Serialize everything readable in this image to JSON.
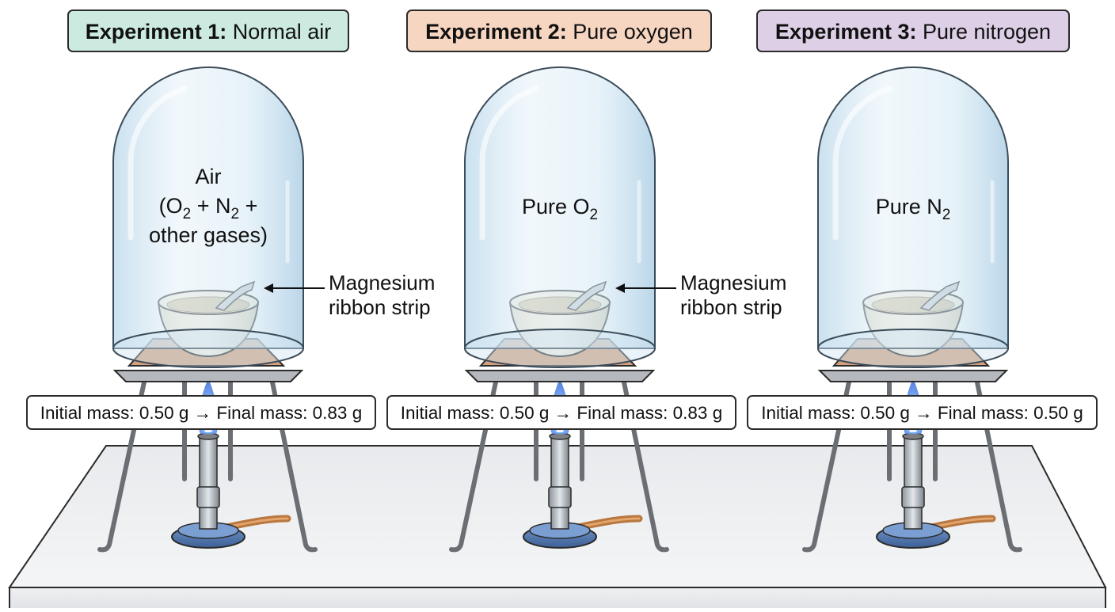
{
  "experiments": [
    {
      "title_bold": "Experiment 1:",
      "title_rest": " Normal air",
      "header_color": "#cdeae1",
      "gas_lines": [
        [
          {
            "t": "Air"
          }
        ],
        [
          {
            "t": "(O"
          },
          {
            "t": "2",
            "sub": true
          },
          {
            "t": " + N"
          },
          {
            "t": "2",
            "sub": true
          },
          {
            "t": " +"
          }
        ],
        [
          {
            "t": "other gases)"
          }
        ]
      ],
      "callout_lines": [
        "Magnesium",
        "ribbon strip"
      ],
      "mass_label": "Initial mass: 0.50 g → Final mass: 0.83 g",
      "initial_mass_g": 0.5,
      "final_mass_g": 0.83
    },
    {
      "title_bold": "Experiment 2:",
      "title_rest": " Pure oxygen",
      "header_color": "#f6d5c1",
      "gas_lines": [
        [
          {
            "t": "Pure O"
          },
          {
            "t": "2",
            "sub": true
          }
        ]
      ],
      "callout_lines": [
        "Magnesium",
        "ribbon strip"
      ],
      "mass_label": "Initial mass: 0.50 g → Final mass: 0.83 g",
      "initial_mass_g": 0.5,
      "final_mass_g": 0.83
    },
    {
      "title_bold": "Experiment 3:",
      "title_rest": " Pure nitrogen",
      "header_color": "#dccfe6",
      "gas_lines": [
        [
          {
            "t": "Pure N"
          },
          {
            "t": "2",
            "sub": true
          }
        ]
      ],
      "callout_lines": [],
      "mass_label": "Initial mass: 0.50 g → Final mass: 0.50 g",
      "initial_mass_g": 0.5,
      "final_mass_g": 0.5
    }
  ]
}
